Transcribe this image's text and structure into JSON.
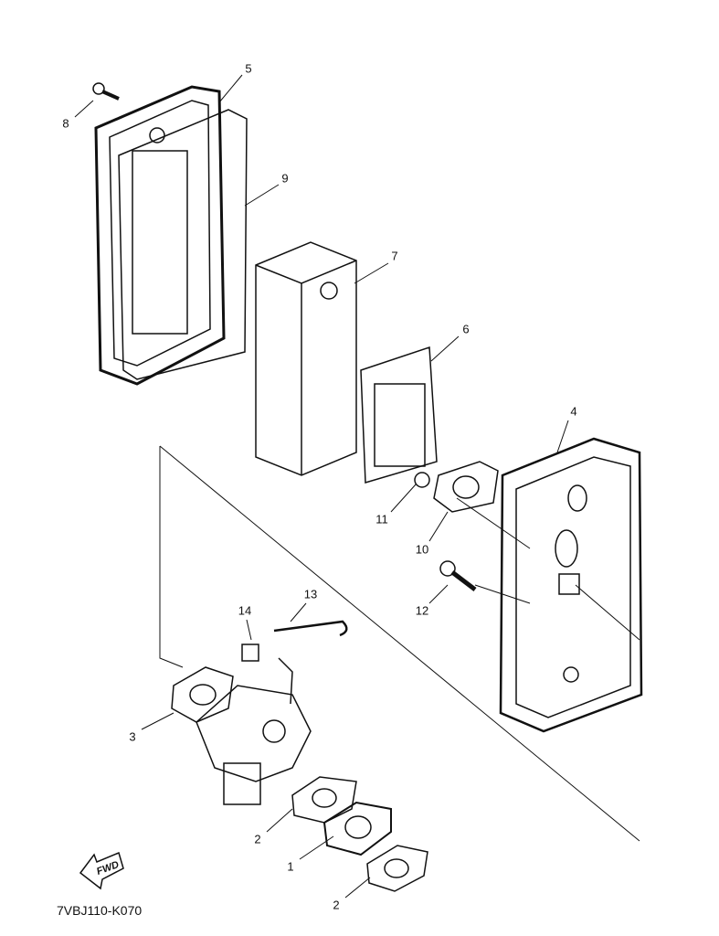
{
  "diagram": {
    "part_code": "7VBJ110-K070",
    "fwd_label": "FWD",
    "callouts": [
      "5",
      "8",
      "9",
      "7",
      "6",
      "4",
      "11",
      "10",
      "12",
      "13",
      "14",
      "3",
      "2",
      "1",
      "2"
    ]
  }
}
